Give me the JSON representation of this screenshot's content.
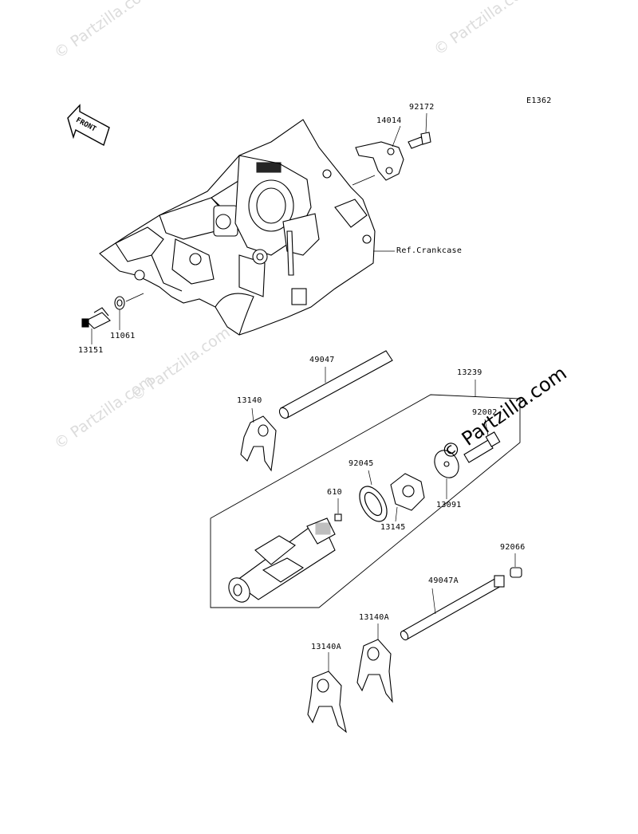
{
  "diagram": {
    "code": "E1362",
    "front_label": "FRONT",
    "ref_label": "Ref.Crankcase"
  },
  "watermark": {
    "small": "© Partzilla.com",
    "large": "© Partzilla.com"
  },
  "parts": {
    "p92172": "92172",
    "p14014": "14014",
    "p11061": "11061",
    "p13151": "13151",
    "p49047": "49047",
    "p13239": "13239",
    "p13140": "13140",
    "p92002": "92002",
    "p92045": "92045",
    "p610": "610",
    "p13091": "13091",
    "p13145": "13145",
    "p92066": "92066",
    "p49047A": "49047A",
    "p13140A_1": "13140A",
    "p13140A_2": "13140A"
  }
}
